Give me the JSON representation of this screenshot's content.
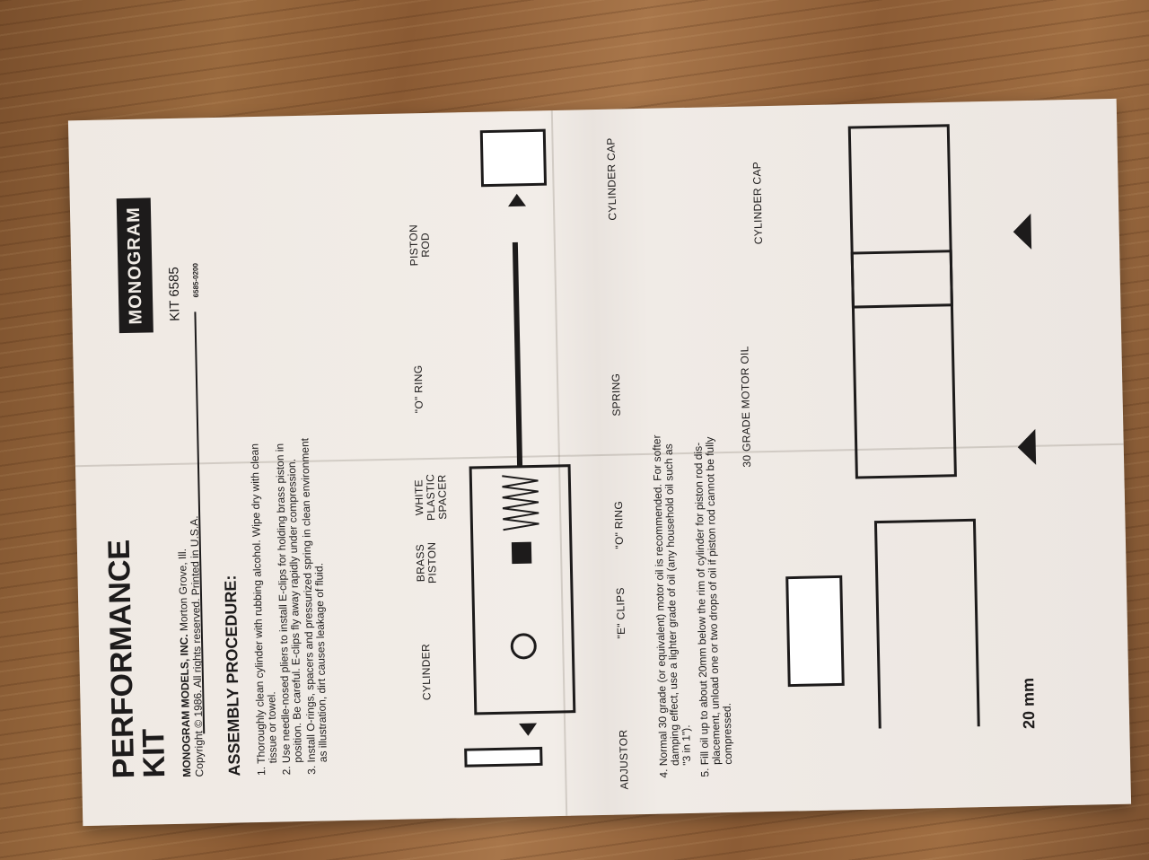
{
  "brand": {
    "logo_text": "MONOGRAM",
    "kit_number": "KIT 6585",
    "part_code": "6585-0200"
  },
  "title": {
    "line1": "PERFORMANCE",
    "line2": "KIT"
  },
  "company": {
    "name": "MONOGRAM MODELS, INC.",
    "location": " Morton Grove, Ill.",
    "copyright": "Copyright © 1986. All rights reserved. Printed in U.S.A."
  },
  "procedure": {
    "heading": "ASSEMBLY PROCEDURE:",
    "steps": [
      {
        "num": "1.",
        "lines": [
          "Thoroughly clean cylinder with rubbing alcohol. Wipe dry with clean",
          "tissue or towel."
        ]
      },
      {
        "num": "2.",
        "lines": [
          "Use needle-nosed pliers to install E-clips for holding brass piston in",
          "position. Be careful. E-clips fly away rapidly under compression."
        ]
      },
      {
        "num": "3.",
        "lines": [
          "Install O-rings, spacers and pressurized spring in clean environment",
          "as illustration, dirt causes leakage of fluid."
        ]
      },
      {
        "num": "4.",
        "lines": [
          "Normal 30 grade (or equivalent) motor oil is recommended.  For softer",
          "damping effect, use a lighter grade of oil (any household oil such as",
          "\"3 in 1\")."
        ]
      },
      {
        "num": "5.",
        "lines": [
          "Fill oil up to about 20mm below the rim of cylinder for piston rod dis-",
          "placement, unload one or two drops of oil if piston rod cannot be fully",
          "compressed."
        ]
      }
    ]
  },
  "diagram_labels": {
    "piston_rod": [
      "PISTON",
      "ROD"
    ],
    "o_ring": "\"O\" RING",
    "white_spacer": [
      "WHITE",
      "PLASTIC",
      "SPACER"
    ],
    "brass_piston": [
      "BRASS",
      "PISTON"
    ],
    "cylinder": "CYLINDER",
    "cylinder_cap": "CYLINDER CAP",
    "spring": "SPRING",
    "o_ring_lower": "\"O\" RING",
    "e_clips": "\"E\" CLIPS",
    "adjustor": "ADJUSTOR",
    "cylinder_cap_2": "CYLINDER CAP",
    "motor_oil": "30 GRADE MOTOR OIL",
    "measure": "20 mm"
  }
}
